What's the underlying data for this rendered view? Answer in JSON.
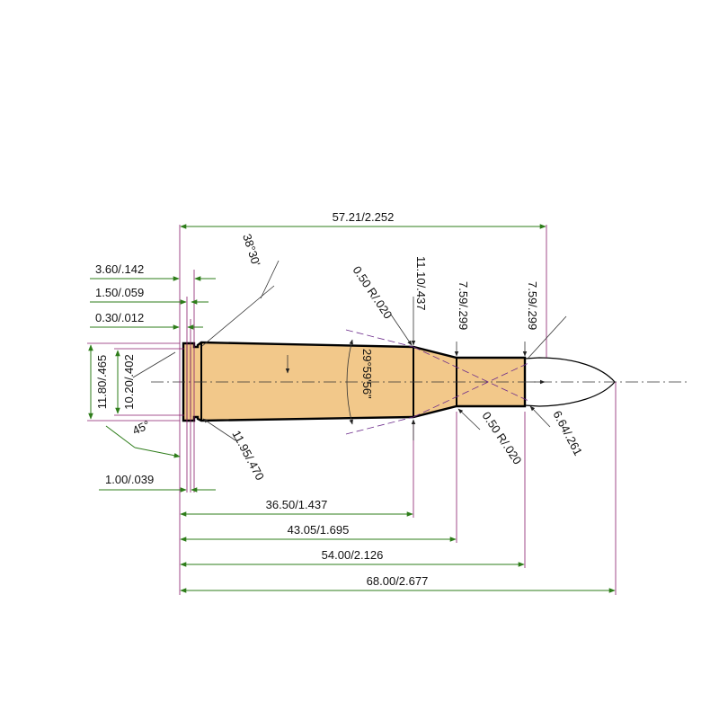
{
  "dimensions": {
    "rim_thickness": "1.00/.039",
    "rim_dia": "11.80/.465",
    "groove_dia": "10.20/.402",
    "groove_angle": "45°",
    "bevel_0_30": "0.30/.012",
    "groove_1_50": "1.50/.059",
    "groove_3_60": "3.60/.142",
    "extractor_angle": "38°30'",
    "base_dia": "11.95/.470",
    "shoulder_radius_top": "0.50 R/.020",
    "shoulder_dia": "11.10/.437",
    "shoulder_angle": "29°59'56\"",
    "neck_dia_start": "7.59/.299",
    "neck_dia_end": "7.59/.299",
    "neck_radius_bottom": "0.50 R/.020",
    "bullet_dia": "6.64/.261",
    "case_length_top": "57.21/2.252",
    "len_shoulder": "36.50/1.437",
    "len_neck_start": "43.05/1.695",
    "len_case": "54.00/2.126",
    "len_overall": "68.00/2.677"
  },
  "colors": {
    "brass": "#f2c88a",
    "bullet": "#ffffff",
    "dimension_line": "#2e7d1a",
    "extension_line": "#8a1d6b"
  }
}
